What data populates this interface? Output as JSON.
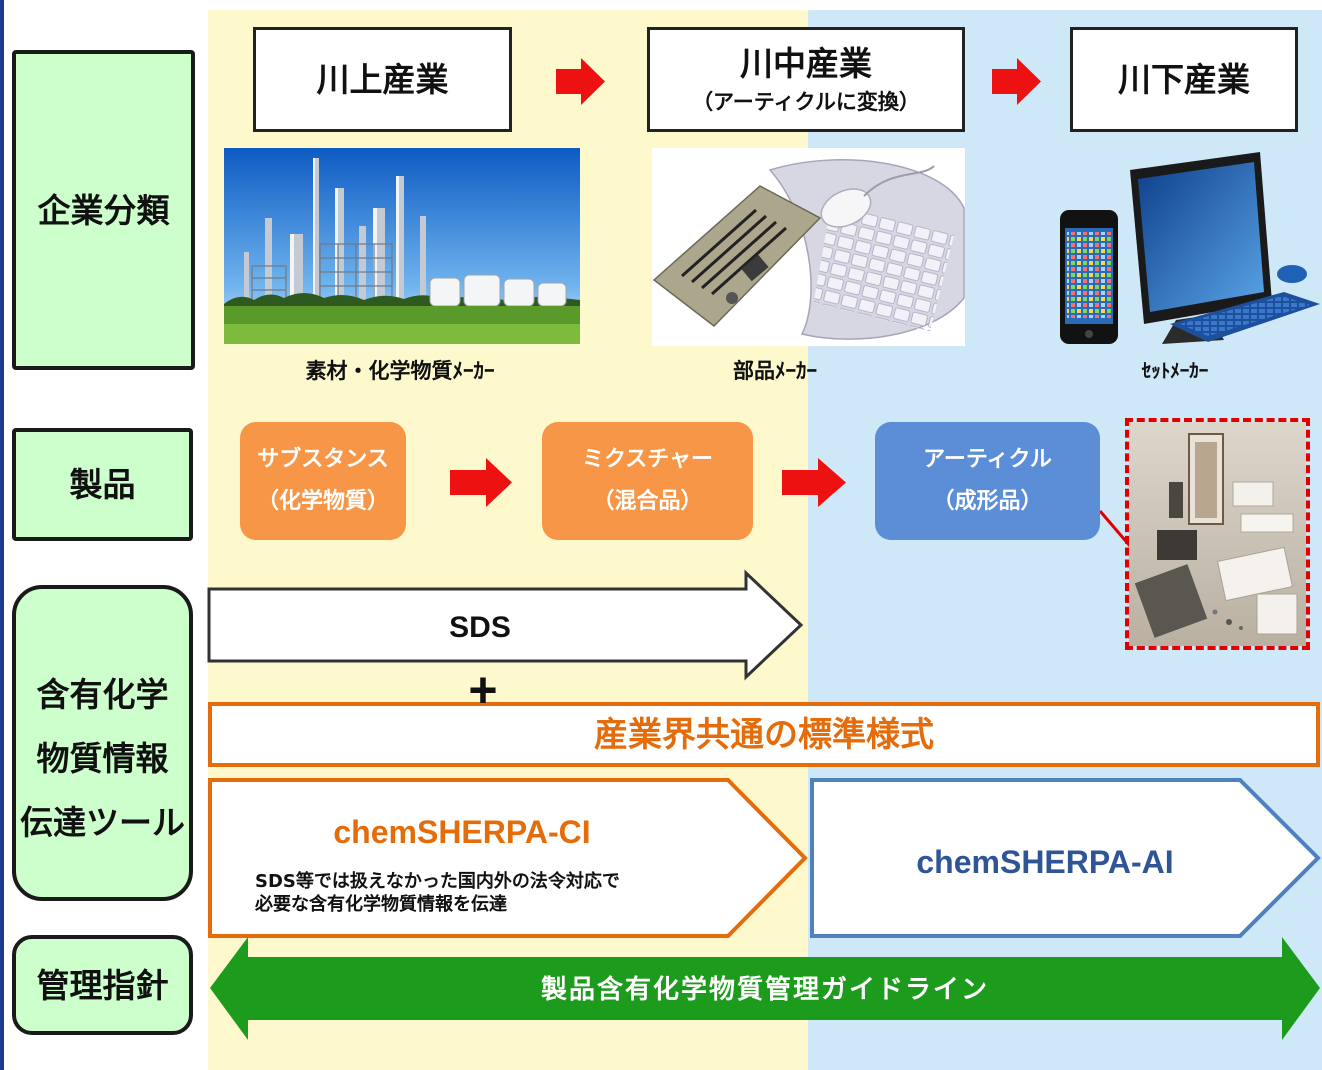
{
  "row_labels": {
    "company_class": "企業分類",
    "product": "製品",
    "info_tool": [
      "含有化学",
      "物質情報",
      "伝達ツール"
    ],
    "guideline": "管理指針"
  },
  "industries": [
    {
      "label": "川上産業"
    },
    {
      "label": "川中産業",
      "sub": "（アーティクルに変換）"
    },
    {
      "label": "川下産業"
    }
  ],
  "makers": [
    "素材・化学物質ﾒｰｶｰ",
    "部品ﾒｰｶｰ",
    "ｾｯﾄﾒｰｶｰ"
  ],
  "products": [
    {
      "name": "サブスタンス",
      "sub": "（化学物質）"
    },
    {
      "name": "ミクスチャー",
      "sub": "（混合品）"
    },
    {
      "name": "アーティクル",
      "sub": "（成形品）"
    }
  ],
  "tools": {
    "sds": "SDS",
    "plus": "+",
    "standard_format": "産業界共通の標準様式",
    "ci": {
      "title": "chemSHERPA-CI",
      "description": [
        "SDS等では扱えなかった国内外の法令対応で",
        "必要な含有化学物質情報を伝達"
      ]
    },
    "ai": {
      "title": "chemSHERPA-AI"
    }
  },
  "guideline_arrow": "製品含有化学物質管理ガイドライン",
  "colors": {
    "row_label_bg": "#ccffcc",
    "upstream_panel": "#fdf9cd",
    "downstream_panel": "#cfe8f8",
    "substance_mixture": "#f79646",
    "article": "#5b8ed6",
    "flow_arrow": "#ee1111",
    "ci_accent": "#e46c0a",
    "ai_accent": "#2f5597",
    "guideline": "#1d9b1d"
  }
}
